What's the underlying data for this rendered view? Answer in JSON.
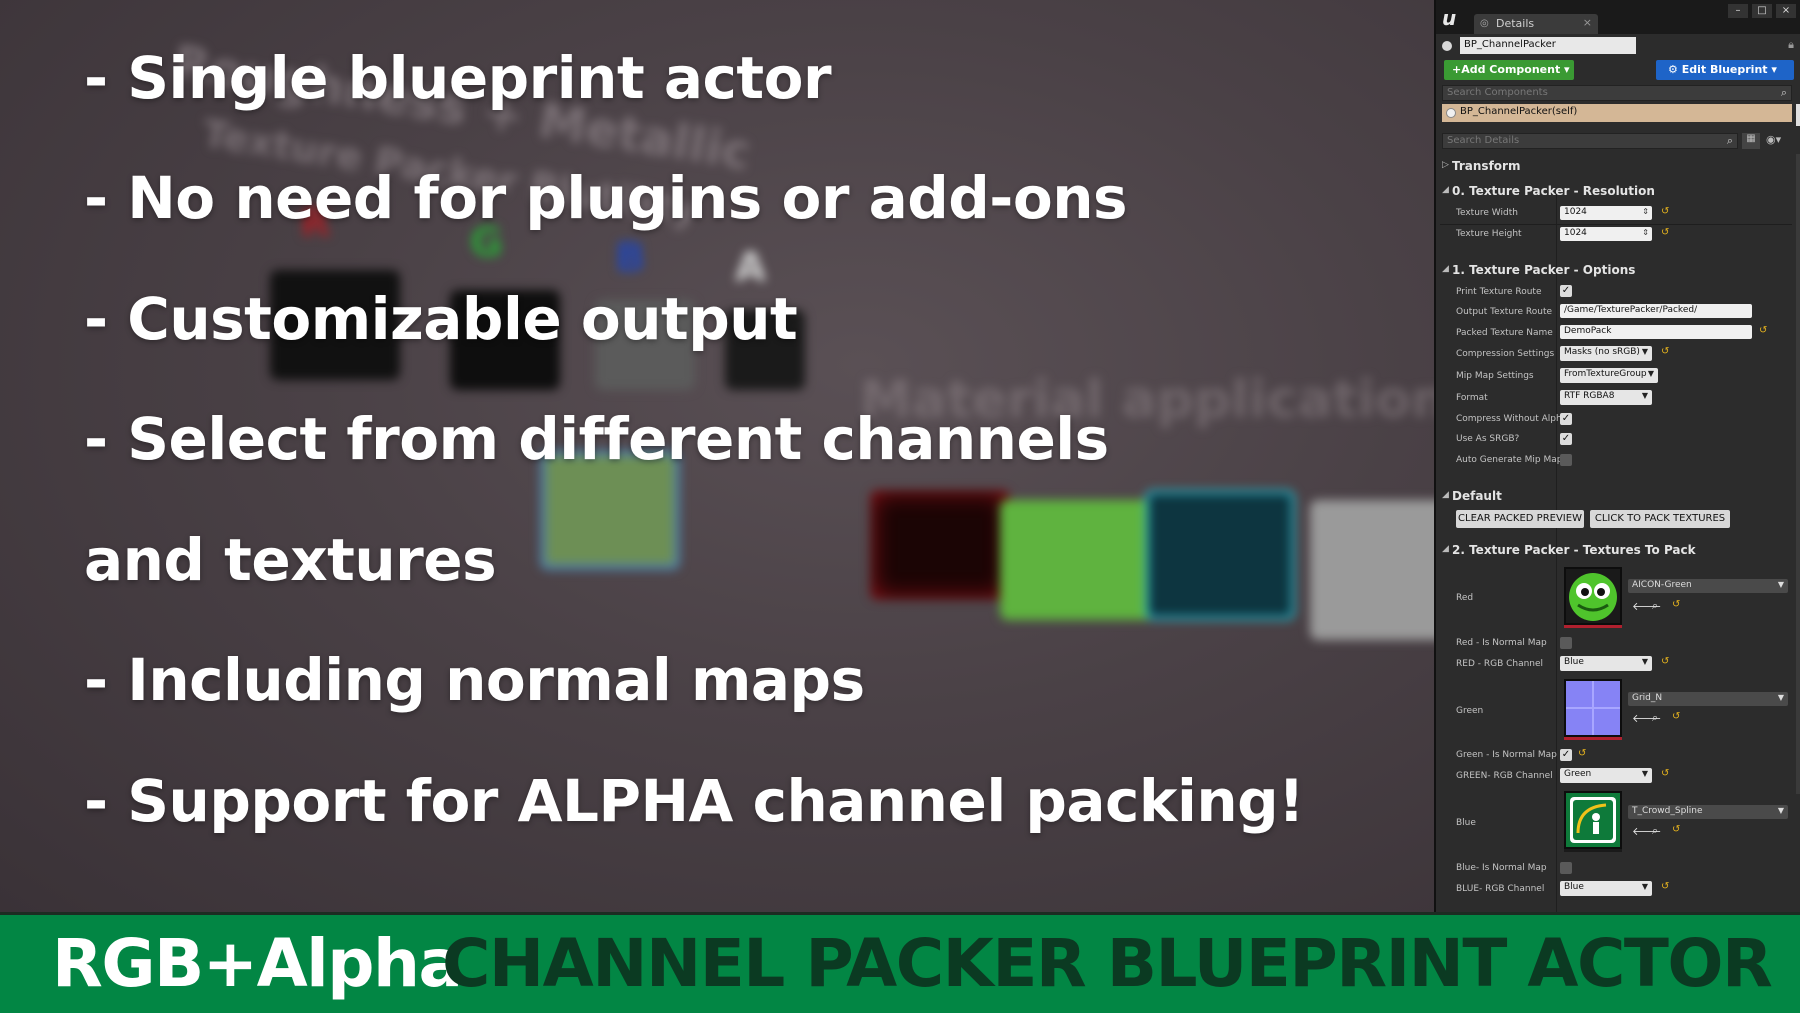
{
  "slide": {
    "bullets": [
      "- Single blueprint actor",
      "- No need for plugins or add-ons",
      "- Customizable output",
      "- Select from different channels",
      " and textures",
      "- Including normal maps",
      "- Support for ALPHA channel packing!"
    ],
    "banner": {
      "left": "RGB+Alpha",
      "right": "CHANNEL PACKER BLUEPRINT ACTOR",
      "color": "#028644"
    },
    "background_text": [
      "Roughness + Metallic",
      "Texture Packer Blutility",
      "Material application exar"
    ],
    "background_letters": [
      "R",
      "G",
      "B",
      "A"
    ]
  },
  "panel": {
    "tab_label": "Details",
    "actor_name": "BP_ChannelPacker",
    "add_component": "+Add Component ▾",
    "edit_blueprint": "⚙ Edit Blueprint ▾",
    "search_components_placeholder": "Search Components",
    "component_self": "BP_ChannelPacker(self)",
    "search_details_placeholder": "Search Details",
    "categories": {
      "transform": "Transform",
      "resolution": "0. Texture Packer - Resolution",
      "options": "1. Texture Packer - Options",
      "default": "Default",
      "textures": "2. Texture Packer - Textures To Pack"
    },
    "resolution": {
      "width_label": "Texture Width",
      "width_value": "1024",
      "height_label": "Texture Height",
      "height_value": "1024"
    },
    "options": {
      "print_route_label": "Print Texture Route",
      "print_route_checked": true,
      "output_route_label": "Output Texture Route",
      "output_route_value": "/Game/TexturePacker/Packed/",
      "packed_name_label": "Packed Texture Name",
      "packed_name_value": "DemoPack",
      "compression_label": "Compression Settings",
      "compression_value": "Masks (no sRGB)",
      "mipmap_label": "Mip Map Settings",
      "mipmap_value": "FromTextureGroup",
      "format_label": "Format",
      "format_value": "RTF RGBA8",
      "compress_alpha_label": "Compress Without Alpha",
      "compress_alpha_checked": true,
      "use_srgb_label": "Use As SRGB?",
      "use_srgb_checked": true,
      "auto_mip_label": "Auto Generate Mip Maps",
      "auto_mip_checked": false
    },
    "default_buttons": {
      "clear": "CLEAR PACKED PREVIEW",
      "pack": "CLICK TO PACK TEXTURES"
    },
    "textures": {
      "red_label": "Red",
      "red_asset": "AICON-Green",
      "red_normal_label": "Red - Is Normal Map",
      "red_normal_checked": false,
      "red_channel_label": "RED - RGB Channel",
      "red_channel_value": "Blue",
      "green_label": "Green",
      "green_asset": "Grid_N",
      "green_normal_label": "Green - Is Normal Map",
      "green_normal_checked": true,
      "green_channel_label": "GREEN- RGB Channel",
      "green_channel_value": "Green",
      "blue_label": "Blue",
      "blue_asset": "T_Crowd_Spline",
      "blue_normal_label": "Blue- Is Normal Map",
      "blue_normal_checked": false,
      "blue_channel_label": "BLUE- RGB Channel",
      "blue_channel_value": "Blue"
    }
  }
}
